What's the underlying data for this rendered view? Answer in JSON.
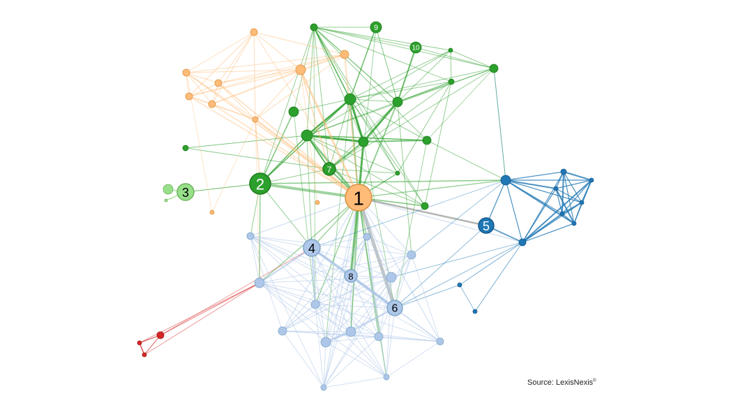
{
  "source": {
    "text": "Source: LexisNexis",
    "mark": "®"
  },
  "palette": {
    "green": "#2ca02c",
    "light_green": "#98df8a",
    "orange": "#ffbb78",
    "orange_dark": "#e8a052",
    "blue": "#1f77b4",
    "light_blue": "#aec7e8",
    "red": "#d62728"
  },
  "numbered_nodes": [
    {
      "label": "1",
      "group": "orange"
    },
    {
      "label": "2",
      "group": "green"
    },
    {
      "label": "3",
      "group": "light_green"
    },
    {
      "label": "4",
      "group": "light_blue"
    },
    {
      "label": "5",
      "group": "blue"
    },
    {
      "label": "6",
      "group": "light_blue"
    },
    {
      "label": "7",
      "group": "green"
    },
    {
      "label": "8",
      "group": "light_blue"
    },
    {
      "label": "9",
      "group": "green"
    },
    {
      "label": "10",
      "group": "green"
    }
  ]
}
